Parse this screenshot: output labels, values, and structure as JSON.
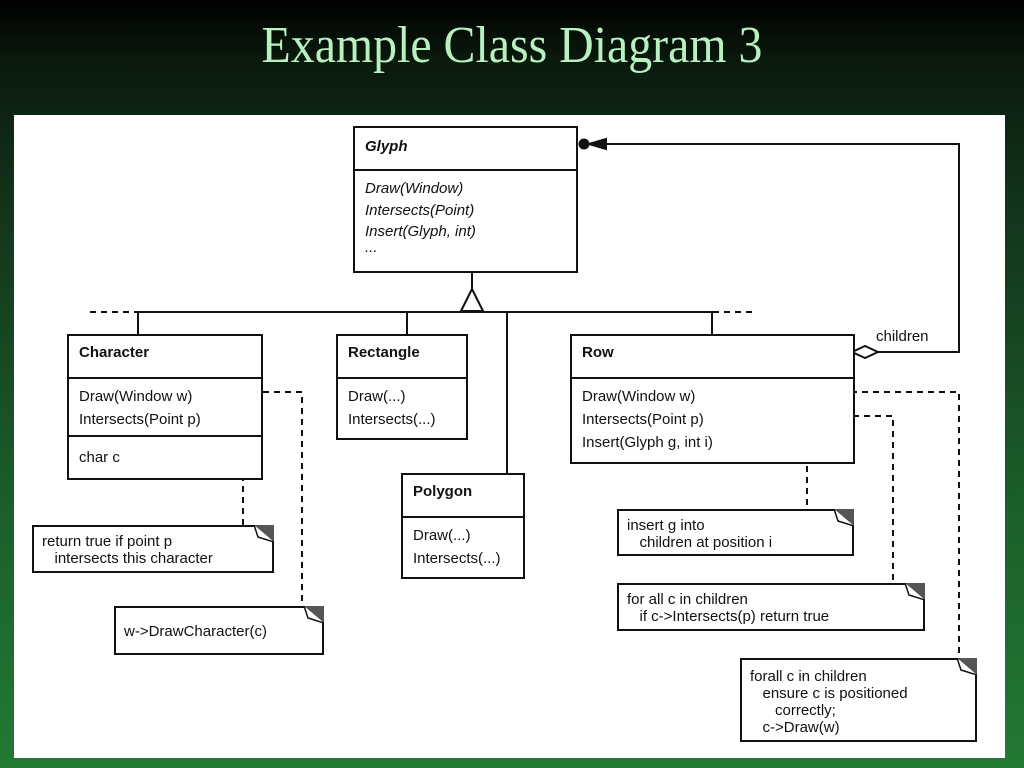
{
  "slide": {
    "title": "Example Class Diagram 3",
    "colors": {
      "title_text": "#b8f0c0",
      "background_top": "#000000",
      "background_bottom": "#227a33",
      "canvas": "#ffffff",
      "ink": "#111111"
    }
  },
  "diagram": {
    "classes": {
      "glyph": {
        "name": "Glyph",
        "abstract": true,
        "operations": [
          "Draw(Window)",
          "Intersects(Point)",
          "Insert(Glyph, int)",
          "..."
        ]
      },
      "character": {
        "name": "Character",
        "operations": [
          "Draw(Window w)",
          "Intersects(Point p)"
        ],
        "attributes": [
          "char c"
        ]
      },
      "rectangle": {
        "name": "Rectangle",
        "operations": [
          "Draw(...)",
          "Intersects(...)"
        ]
      },
      "polygon": {
        "name": "Polygon",
        "operations": [
          "Draw(...)",
          "Intersects(...)"
        ]
      },
      "row": {
        "name": "Row",
        "operations": [
          "Draw(Window w)",
          "Intersects(Point p)",
          "Insert(Glyph g, int i)"
        ]
      }
    },
    "association": {
      "role_label": "children",
      "from": "Row",
      "to": "Glyph",
      "kind": "aggregation (many)"
    },
    "inheritance": {
      "parent": "Glyph",
      "children": [
        "Character",
        "Rectangle",
        "Polygon",
        "Row"
      ]
    },
    "notes": {
      "character_intersects": [
        "return true if point p",
        "   intersects this character"
      ],
      "character_draw": [
        "w->DrawCharacter(c)"
      ],
      "row_insert": [
        "insert g into",
        "   children at position i"
      ],
      "row_intersects": [
        "for all c in children",
        "   if c->Intersects(p) return true"
      ],
      "row_draw": [
        "forall c in children",
        "   ensure c is positioned",
        "      correctly;",
        "   c->Draw(w)"
      ]
    }
  }
}
